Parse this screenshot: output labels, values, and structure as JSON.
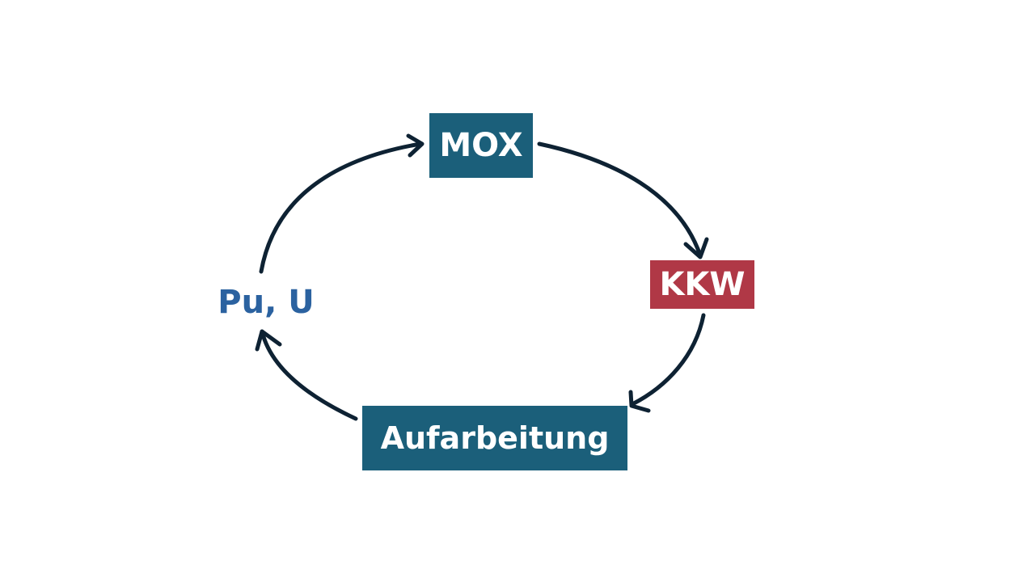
{
  "diagram": {
    "nodes": {
      "mox": {
        "label": "MOX"
      },
      "kkw": {
        "label": "KKW"
      },
      "aufarbeitung": {
        "label": "Aufarbeitung"
      },
      "pu_u": {
        "label": "Pu, U"
      }
    },
    "edges": [
      {
        "from": "pu_u",
        "to": "mox"
      },
      {
        "from": "mox",
        "to": "kkw"
      },
      {
        "from": "kkw",
        "to": "aufarbeitung"
      },
      {
        "from": "aufarbeitung",
        "to": "pu_u"
      }
    ]
  },
  "colors": {
    "teal_box": "#1b5f7a",
    "red_box": "#b03846",
    "text_blue": "#2b62a0",
    "arrow": "#0e2233"
  }
}
